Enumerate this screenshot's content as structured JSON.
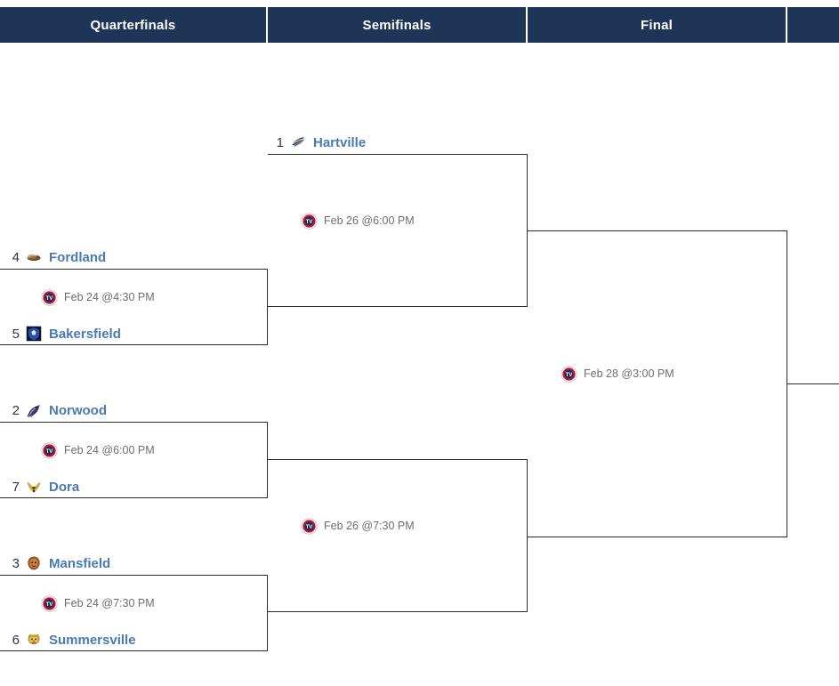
{
  "header": {
    "rounds": [
      {
        "label": "Quarterfinals"
      },
      {
        "label": "Semifinals"
      },
      {
        "label": "Final"
      },
      {
        "label": ""
      }
    ]
  },
  "bracket": {
    "quarterfinals": [
      {
        "id": "qf1",
        "teams": [
          {
            "seed": "4",
            "name": "Fordland",
            "logo": "fordland-logo",
            "color": "#7a5c34"
          },
          {
            "seed": "5",
            "name": "Bakersfield",
            "logo": "bakersfield-logo",
            "color": "#2b4fa8"
          }
        ],
        "game": {
          "time": "Feb 24 @4:30 PM",
          "icon": "tv-icon"
        }
      },
      {
        "id": "qf2",
        "teams": [
          {
            "seed": "2",
            "name": "Norwood",
            "logo": "norwood-logo",
            "color": "#4b3d78"
          },
          {
            "seed": "7",
            "name": "Dora",
            "logo": "dora-logo",
            "color": "#d3a93a"
          }
        ],
        "game": {
          "time": "Feb 24 @6:00 PM",
          "icon": "tv-icon"
        }
      },
      {
        "id": "qf3",
        "teams": [
          {
            "seed": "3",
            "name": "Mansfield",
            "logo": "mansfield-logo",
            "color": "#9a5a2a"
          },
          {
            "seed": "6",
            "name": "Summersville",
            "logo": "summersville-logo",
            "color": "#c79a33"
          }
        ],
        "game": {
          "time": "Feb 24 @7:30 PM",
          "icon": "tv-icon"
        }
      }
    ],
    "semifinals": [
      {
        "id": "sf1",
        "teams": [
          {
            "seed": "1",
            "name": "Hartville",
            "logo": "hartville-logo",
            "color": "#3c4a52"
          }
        ],
        "game": {
          "time": "Feb 26 @6:00 PM",
          "icon": "tv-icon"
        }
      },
      {
        "id": "sf2",
        "teams": [],
        "game": {
          "time": "Feb 26 @7:30 PM",
          "icon": "tv-icon"
        }
      }
    ],
    "final": {
      "id": "f1",
      "teams": [],
      "game": {
        "time": "Feb 28 @3:00 PM",
        "icon": "tv-icon"
      }
    }
  },
  "colors": {
    "header_bg": "#1e3557",
    "header_text": "#ffffff",
    "team_name": "#4a7ab5",
    "line": "#2b2b2b",
    "game_text": "#6e6e6e"
  }
}
